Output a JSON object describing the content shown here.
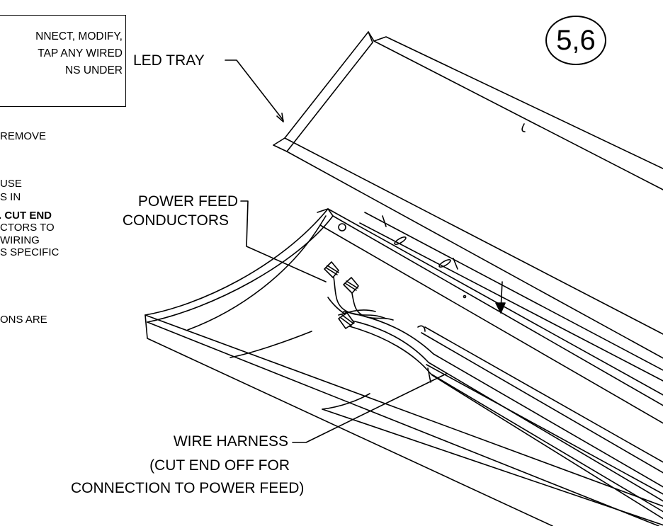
{
  "step_badge": "5,6",
  "warning_box": {
    "lines": [
      "NNECT, MODIFY,",
      "TAP ANY WIRED",
      "NS UNDER"
    ]
  },
  "notes": [
    "REMOVE",
    "USE",
    "S IN",
    ".  CUT END",
    "CTORS TO",
    "WIRING",
    "S SPECIFIC",
    "ONS ARE"
  ],
  "callouts": {
    "led_tray": "LED TRAY",
    "power_feed": [
      "POWER FEED",
      "CONDUCTORS"
    ],
    "wire_harness": [
      "WIRE HARNESS",
      "(CUT END OFF FOR",
      "CONNECTION TO POWER FEED)"
    ]
  }
}
